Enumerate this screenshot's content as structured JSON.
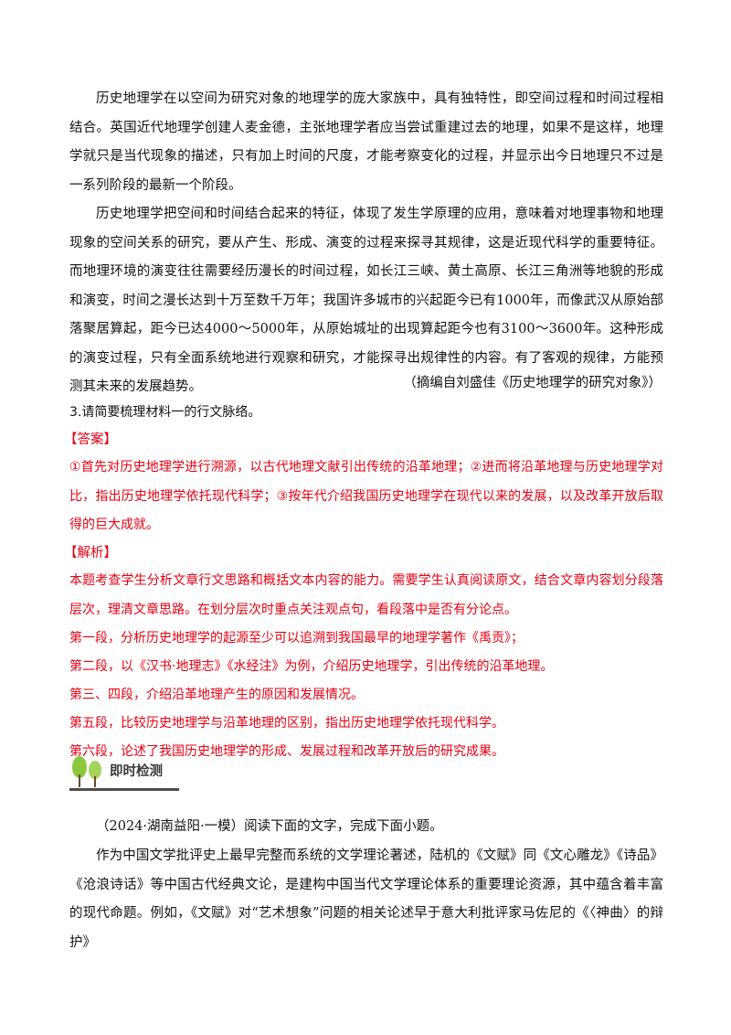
{
  "passage": {
    "para1": "历史地理学在以空间为研究对象的地理学的庞大家族中，具有独特性，即空间过程和时间过程相结合。英国近代地理学创建人麦金德，主张地理学者应当尝试重建过去的地理，如果不是这样，地理学就只是当代现象的描述，只有加上时间的尺度，才能考察变化的过程，并显示出今日地理只不过是一系列阶段的最新一个阶段。",
    "para2": "历史地理学把空间和时间结合起来的特征，体现了发生学原理的应用，意味着对地理事物和地理现象的空间关系的研究，要从产生、形成、演变的过程来探寻其规律，这是近现代科学的重要特征。而地理环境的演变往往需要经历漫长的时间过程，如长江三峡、黄土高原、长江三角洲等地貌的形成和演变，时间之漫长达到十万至数千万年；我国许多城市的兴起距今已有1000年，而像武汉从原始部落聚居算起，距今已达4000～5000年，从原始城址的出现算起距今也有3100～3600年。这种形成的演变过程，只有全面系统地进行观察和研究，才能探寻出规律性的内容。有了客观的规律，方能预测其未来的发展趋势。",
    "source": "（摘编自刘盛佳《历史地理学的研究对象》）"
  },
  "question": {
    "text": "3.请简要梳理材料一的行文脉络。",
    "answer_label": "【答案】",
    "answer": "①首先对历史地理学进行溯源，以古代地理文献引出传统的沿革地理；②进而将沿革地理与历史地理学对比，指出历史地理学依托现代科学；③按年代介绍我国历史地理学在现代以来的发展，以及改革开放后取得的巨大成就。",
    "analysis_label": "【解析】",
    "analysis_intro": "本题考查学生分析文章行文思路和概括文本内容的能力。需要学生认真阅读原文，结合文章内容划分段落层次，理清文章思路。在划分层次时重点关注观点句，看段落中是否有分论点。",
    "analysis_lines": [
      "第一段，分析历史地理学的起源至少可以追溯到我国最早的地理学著作《禹贡》；",
      "第二段，以《汉书·地理志》《水经注》为例，介绍历史地理学，引出传统的沿革地理。",
      "第三、四段，介绍沿革地理产生的原因和发展情况。",
      "第五段，比较历史地理学与沿革地理的区别，指出历史地理学依托现代科学。",
      "第六段，论述了我国历史地理学的形成、发展过程和改革开放后的研究成果。"
    ]
  },
  "section": {
    "title": "即时检测",
    "icon": "tree-icon",
    "accent": "#8dc63f"
  },
  "next": {
    "intro": "（2024·湖南益阳·一模）阅读下面的文字，完成下面小题。",
    "para": "作为中国文学批评史上最早完整而系统的文学理论著述，陆机的《文赋》同《文心雕龙》《诗品》《沧浪诗话》等中国古代经典文论，是建构中国当代文学理论体系的重要理论资源，其中蕴含着丰富的现代命题。例如，《文赋》对“艺术想象”问题的相关论述早于意大利批评家马佐尼的《〈神曲〉的辩护》"
  }
}
